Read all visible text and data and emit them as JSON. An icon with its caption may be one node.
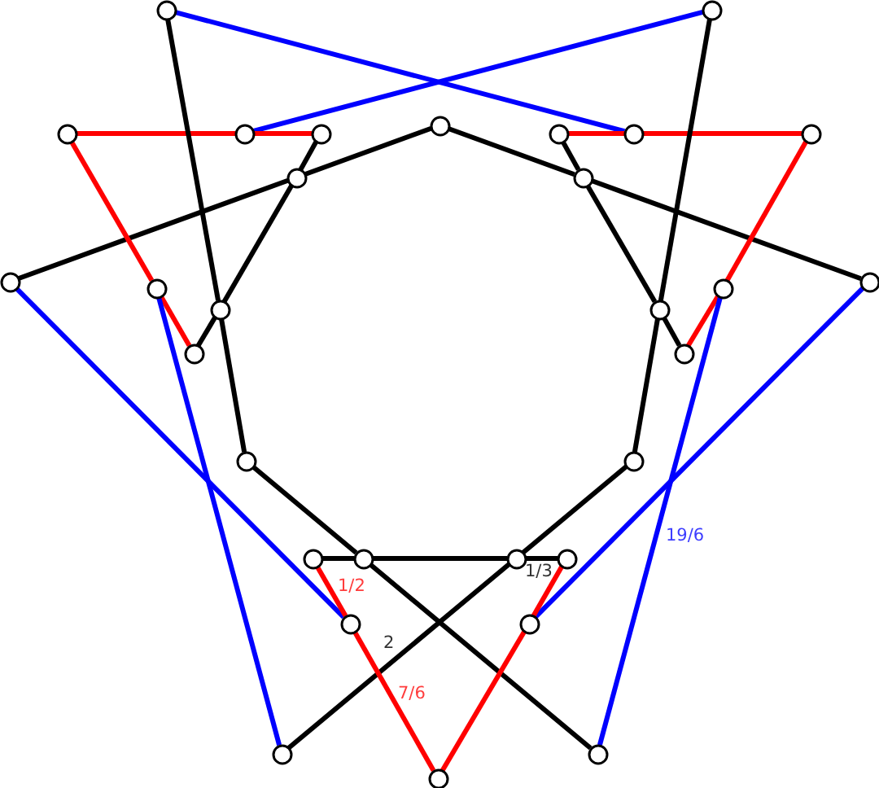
{
  "diagram": {
    "nodes": [
      {
        "text": [],
        "shape": "circle"
      },
      {
        "text": [],
        "shape": "circle"
      },
      {
        "text": [],
        "shape": "circle"
      },
      {
        "text": [],
        "shape": "circle"
      },
      {
        "text": [],
        "shape": "circle"
      },
      {
        "text": [],
        "shape": "circle"
      },
      {
        "text": [],
        "shape": "circle"
      },
      {
        "text": [],
        "shape": "circle"
      },
      {
        "text": [],
        "shape": "circle"
      },
      {
        "text": [],
        "shape": "circle"
      },
      {
        "text": [],
        "shape": "circle"
      },
      {
        "text": [],
        "shape": "circle"
      },
      {
        "text": [],
        "shape": "circle"
      },
      {
        "text": [],
        "shape": "circle"
      },
      {
        "text": [],
        "shape": "circle"
      },
      {
        "text": [],
        "shape": "circle"
      },
      {
        "text": [],
        "shape": "circle"
      },
      {
        "text": [],
        "shape": "circle"
      },
      {
        "text": [],
        "shape": "circle"
      },
      {
        "text": [],
        "shape": "circle"
      },
      {
        "text": [],
        "shape": "circle"
      },
      {
        "text": [],
        "shape": "circle"
      },
      {
        "text": [],
        "shape": "circle"
      },
      {
        "text": [],
        "shape": "circle"
      },
      {
        "text": [],
        "shape": "circle"
      },
      {
        "text": [],
        "shape": "circle"
      },
      {
        "text": [],
        "shape": "circle"
      },
      {
        "text": [],
        "shape": "circle"
      },
      {
        "text": [],
        "shape": "circle"
      },
      {
        "text": [],
        "shape": "circle"
      }
    ],
    "edges": [
      {
        "from": 0,
        "to": 7,
        "arrow": "none",
        "color": "#0000ff"
      },
      {
        "from": 1,
        "to": 4,
        "arrow": "none",
        "color": "#0000ff"
      },
      {
        "from": 3,
        "to": 4,
        "arrow": "none",
        "color": "#ff0000"
      },
      {
        "from": 4,
        "to": 5,
        "arrow": "none",
        "color": "#ff0000"
      },
      {
        "from": 6,
        "to": 7,
        "arrow": "none",
        "color": "#ff0000"
      },
      {
        "from": 7,
        "to": 8,
        "arrow": "none",
        "color": "#ff0000"
      },
      {
        "from": 0,
        "to": 15,
        "arrow": "none"
      },
      {
        "from": 15,
        "to": 19,
        "arrow": "none"
      },
      {
        "from": 1,
        "to": 16,
        "arrow": "none"
      },
      {
        "from": 16,
        "to": 20,
        "arrow": "none"
      },
      {
        "from": 11,
        "to": 9,
        "arrow": "none"
      },
      {
        "from": 9,
        "to": 2,
        "arrow": "none"
      },
      {
        "from": 2,
        "to": 10,
        "arrow": "none"
      },
      {
        "from": 10,
        "to": 12,
        "arrow": "none"
      },
      {
        "from": 5,
        "to": 9,
        "arrow": "none"
      },
      {
        "from": 9,
        "to": 15,
        "arrow": "none"
      },
      {
        "from": 15,
        "to": 17,
        "arrow": "none"
      },
      {
        "from": 6,
        "to": 10,
        "arrow": "none"
      },
      {
        "from": 10,
        "to": 16,
        "arrow": "none"
      },
      {
        "from": 16,
        "to": 18,
        "arrow": "none"
      },
      {
        "from": 3,
        "to": 13,
        "arrow": "none",
        "color": "#ff0000"
      },
      {
        "from": 13,
        "to": 17,
        "arrow": "none",
        "color": "#ff0000"
      },
      {
        "from": 8,
        "to": 14,
        "arrow": "none",
        "color": "#ff0000"
      },
      {
        "from": 14,
        "to": 18,
        "arrow": "none",
        "color": "#ff0000"
      },
      {
        "from": 11,
        "to": 25,
        "arrow": "none",
        "color": "#0000ff"
      },
      {
        "from": 13,
        "to": 27,
        "arrow": "none",
        "color": "#0000ff"
      },
      {
        "from": 12,
        "to": 26,
        "arrow": "none",
        "color": "#0000ff"
      },
      {
        "from": 14,
        "to": 28,
        "arrow": "none",
        "color": "#0000ff"
      },
      {
        "from": 19,
        "to": 22,
        "arrow": "none"
      },
      {
        "from": 22,
        "to": 28,
        "arrow": "none"
      },
      {
        "from": 20,
        "to": 23,
        "arrow": "none"
      },
      {
        "from": 23,
        "to": 27,
        "arrow": "none"
      },
      {
        "from": 21,
        "to": 22,
        "arrow": "none"
      },
      {
        "from": 22,
        "to": 23,
        "arrow": "none"
      },
      {
        "from": 23,
        "to": 24,
        "arrow": "none"
      },
      {
        "from": 21,
        "to": 25,
        "arrow": "none",
        "color": "#ff0000"
      },
      {
        "from": 25,
        "to": 29,
        "arrow": "none",
        "color": "#ff0000"
      },
      {
        "from": 24,
        "to": 26,
        "arrow": "none",
        "color": "#ff0000"
      },
      {
        "from": 26,
        "to": 29,
        "arrow": "none",
        "color": "#ff0000"
      }
    ],
    "labels": [
      "19/6",
      "1/3",
      "1/2",
      "2",
      "7/6"
    ]
  }
}
